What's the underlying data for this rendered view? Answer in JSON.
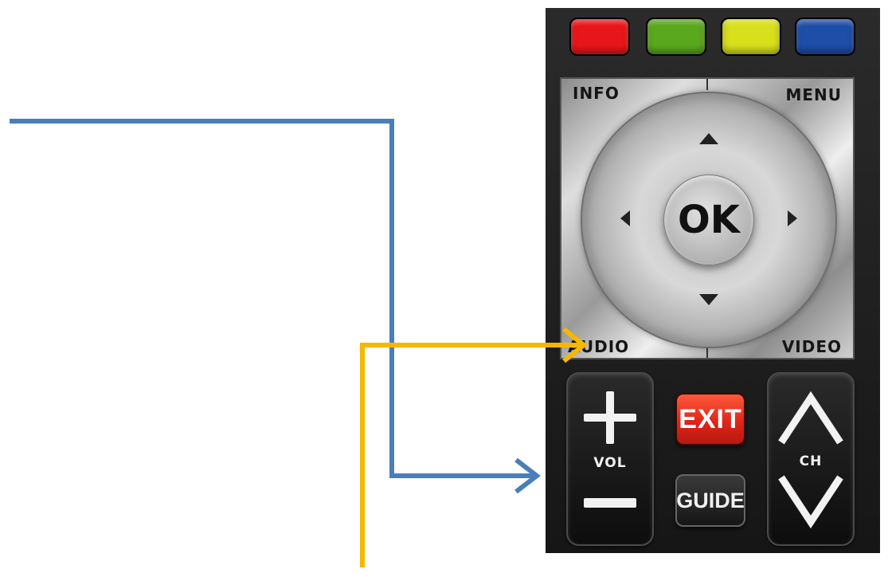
{
  "remote": {
    "color_buttons": [
      {
        "name": "red",
        "color": "#e8161a"
      },
      {
        "name": "green",
        "color": "#5aa81d"
      },
      {
        "name": "yellow",
        "color": "#d8df1b"
      },
      {
        "name": "blue",
        "color": "#1d4ea8"
      }
    ],
    "pad_labels": {
      "info": "INFO",
      "menu": "MENU",
      "audio": "AUDIO",
      "video": "VIDEO",
      "ok": "OK"
    },
    "volume_label": "VOL",
    "channel_label": "CH",
    "exit_label": "EXIT",
    "guide_label": "GUIDE"
  },
  "arrows": [
    {
      "name": "blue-callout-arrow",
      "color": "#4a7ebb",
      "target": "volume rocker"
    },
    {
      "name": "yellow-callout-arrow",
      "color": "#f5b800",
      "target": "AUDIO"
    }
  ]
}
